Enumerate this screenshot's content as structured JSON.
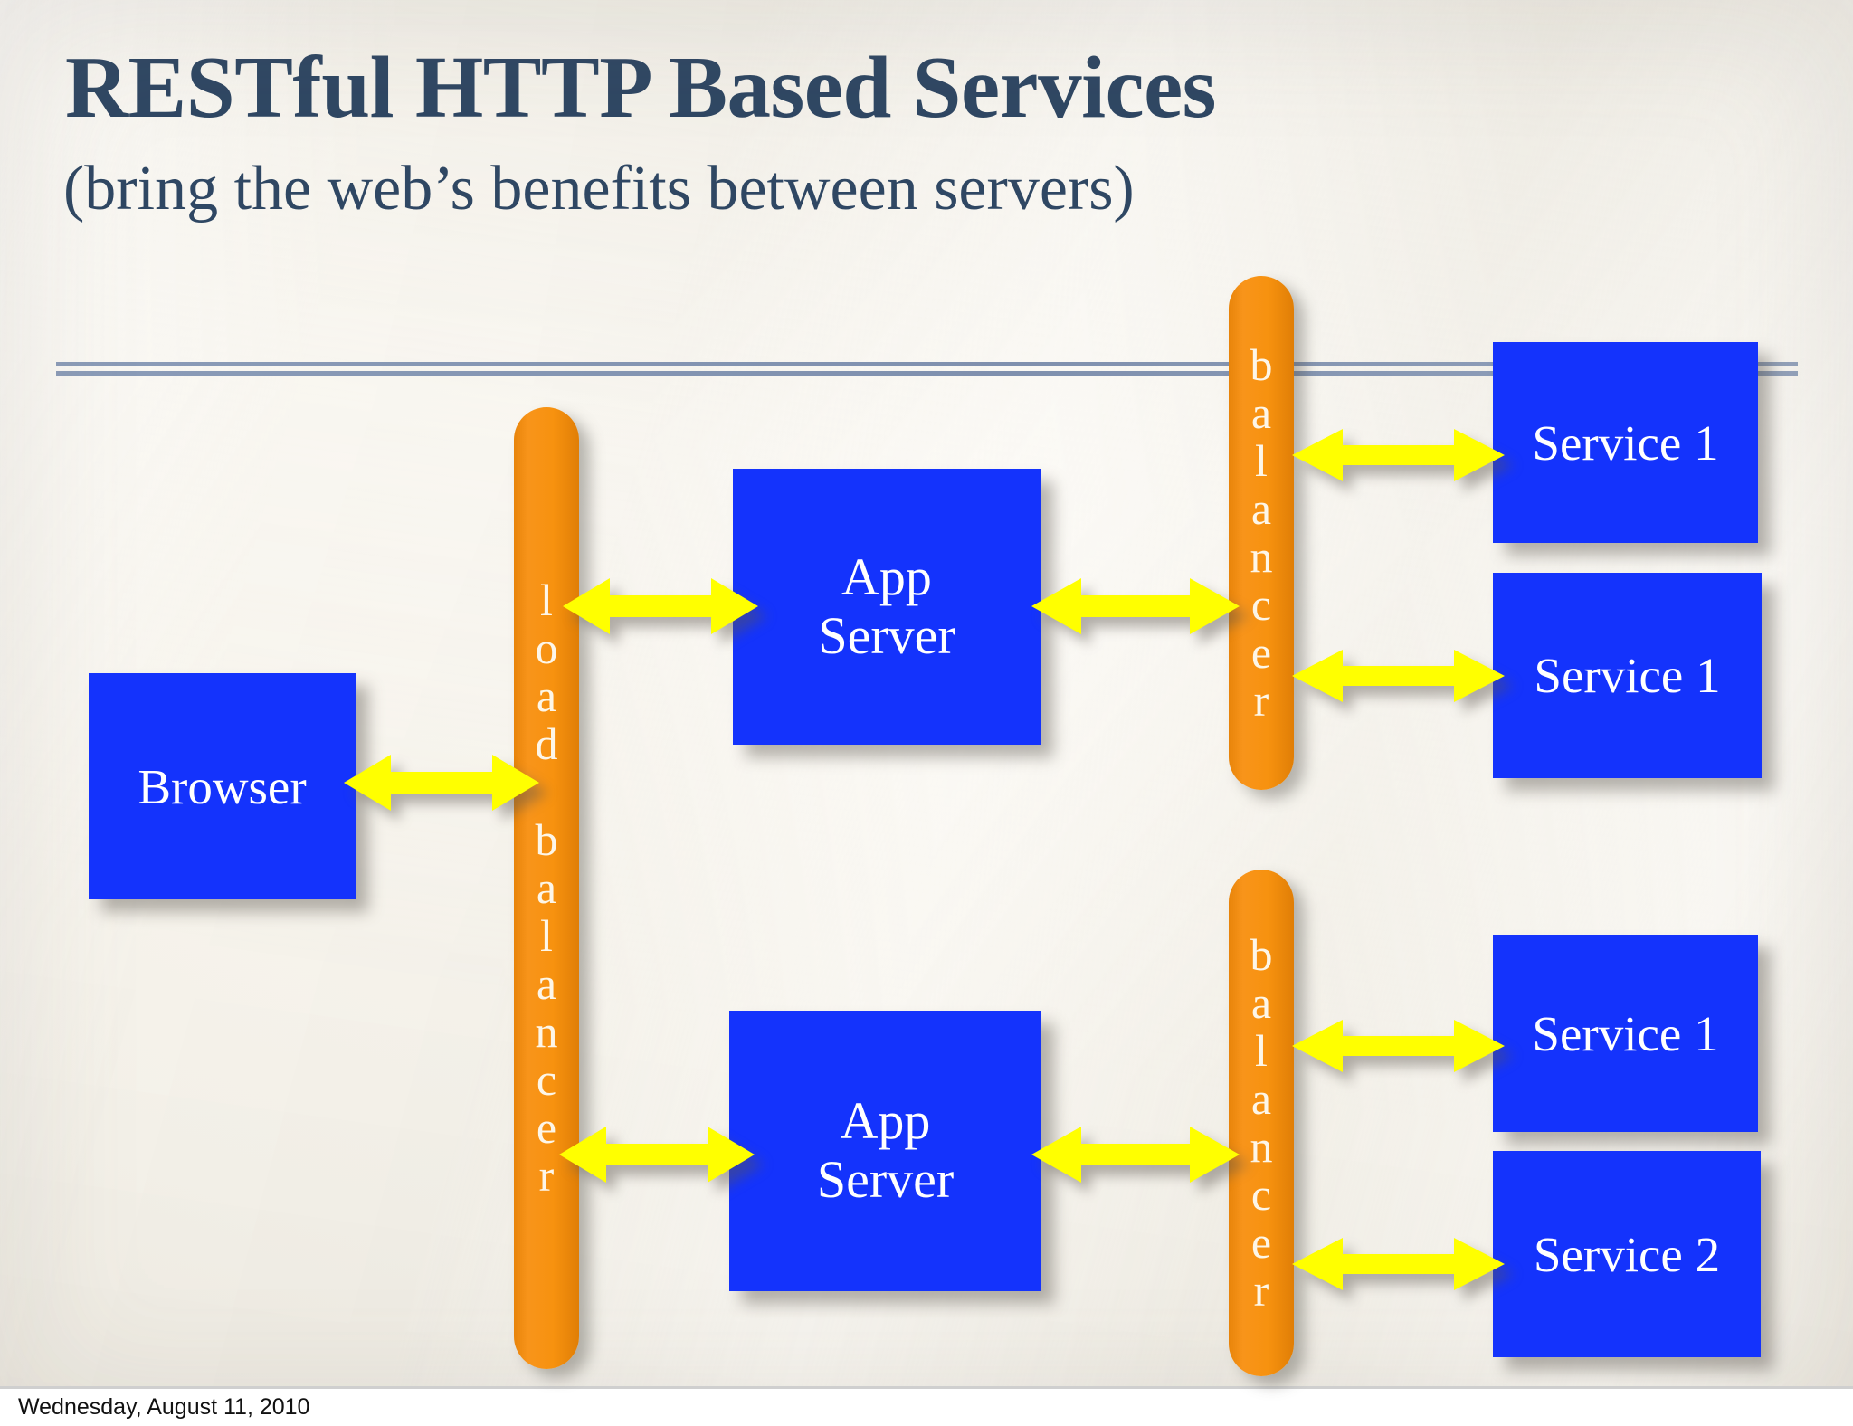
{
  "slide": {
    "title": "RESTful HTTP Based Services",
    "subtitle": "(bring the web’s benefits between servers)",
    "footer_date": "Wednesday, August 11, 2010",
    "colors": {
      "title_text": "#2f4763",
      "background": "#f4f1e9",
      "node_blue": "#1433fc",
      "balancer_orange": "#f7920f",
      "arrow_yellow": "#ffff00",
      "rule_blue_gray": "#8b9cb8",
      "node_text": "#ffffff"
    }
  },
  "diagram": {
    "client": {
      "label": "Browser"
    },
    "load_balancer": {
      "label": "load balancer",
      "letters": [
        "l",
        "o",
        "a",
        "d",
        " ",
        "b",
        "a",
        "l",
        "a",
        "n",
        "c",
        "e",
        "r"
      ]
    },
    "app_servers": [
      {
        "label": "App Server",
        "line1": "App",
        "line2": "Server"
      },
      {
        "label": "App Server",
        "line1": "App",
        "line2": "Server"
      }
    ],
    "service_balancers": [
      {
        "label": "balancer",
        "letters": [
          "b",
          "a",
          "l",
          "a",
          "n",
          "c",
          "e",
          "r"
        ]
      },
      {
        "label": "balancer",
        "letters": [
          "b",
          "a",
          "l",
          "a",
          "n",
          "c",
          "e",
          "r"
        ]
      }
    ],
    "services": {
      "top_group": [
        {
          "label": "Service 1"
        },
        {
          "label": "Service 1"
        }
      ],
      "bottom_group": [
        {
          "label": "Service 1"
        },
        {
          "label": "Service 2"
        }
      ]
    },
    "connections": [
      {
        "name": "browser-to-load-balancer",
        "kind": "bidirectional-arrow"
      },
      {
        "name": "load-balancer-to-app-server-top",
        "kind": "bidirectional-arrow"
      },
      {
        "name": "app-server-top-to-balancer-top",
        "kind": "bidirectional-arrow"
      },
      {
        "name": "balancer-top-to-service-1a",
        "kind": "bidirectional-arrow"
      },
      {
        "name": "balancer-top-to-service-1b",
        "kind": "bidirectional-arrow"
      },
      {
        "name": "load-balancer-to-app-server-bottom",
        "kind": "bidirectional-arrow"
      },
      {
        "name": "app-server-bottom-to-balancer-bottom",
        "kind": "bidirectional-arrow"
      },
      {
        "name": "balancer-bottom-to-service-1",
        "kind": "bidirectional-arrow"
      },
      {
        "name": "balancer-bottom-to-service-2",
        "kind": "bidirectional-arrow"
      }
    ]
  }
}
